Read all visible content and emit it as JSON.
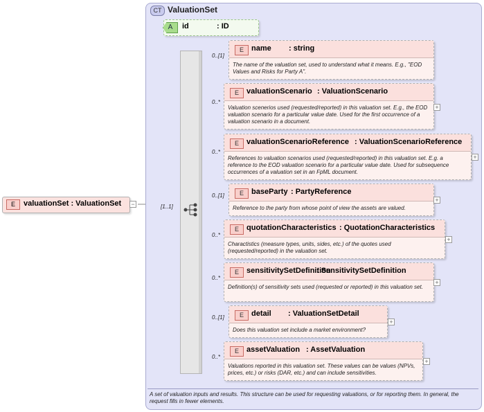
{
  "complex_type": {
    "badge": "CT",
    "title": "ValuationSet",
    "documentation": "A set of valuation inputs and results. This structure can be used for requesting valuations, or for reporting them. In general, the request fills in fewer elements."
  },
  "attribute": {
    "badge": "A",
    "name": "id",
    "type": ": ID"
  },
  "root_element": {
    "badge": "E",
    "name": "valuationSet : ValuationSet",
    "cardinality": "[1..1]",
    "collapse_symbol": "−"
  },
  "element_badge": "E",
  "expand_symbol": "+",
  "elements": [
    {
      "name": "name",
      "type": ": string",
      "cardinality": "0..[1]",
      "doc": "The name of the valuation set, used to understand what it means. E.g., \"EOD Values and Risks for Party A\"."
    },
    {
      "name": "valuationScenario",
      "type": ": ValuationScenario",
      "cardinality": "0..*",
      "doc": "Valuation scenerios used (requested/reported) in this valuation set. E.g., the EOD valuation scenario for a particular value date. Used for the first occurrence of a valuation scenario in a document."
    },
    {
      "name": "valuationScenarioReference",
      "type": ": ValuationScenarioReference",
      "cardinality": "0..*",
      "doc": "References to valuation scenarios used (requested/reported) in this valuation set. E.g. a reference to the EOD valuation scenario for a particular value date. Used for subsequence occurrences of a valuation set in an FpML document."
    },
    {
      "name": "baseParty",
      "type": ": PartyReference",
      "cardinality": "0..[1]",
      "doc": "Reference to the party from whose point of view the assets are valued."
    },
    {
      "name": "quotationCharacteristics",
      "type": ": QuotationCharacteristics",
      "cardinality": "0..*",
      "doc": "Charactistics (measure types, units, sides, etc.) of the quotes used (requested/reported) in the valuation set."
    },
    {
      "name": "sensitivitySetDefinition",
      "type": ": SensitivitySetDefinition",
      "cardinality": "0..*",
      "doc": "Definition(s) of sensitivity sets used (requested or reported) in this valuation set."
    },
    {
      "name": "detail",
      "type": ": ValuationSetDetail",
      "cardinality": "0..[1]",
      "doc": "Does this valuation set include a market environment?"
    },
    {
      "name": "assetValuation",
      "type": ": AssetValuation",
      "cardinality": "0..*",
      "doc": "Valuations reported in this valuation set. These values can be values (NPVs, prices, etc.) or risks (DAR, etc.) and can include sensitivities."
    }
  ]
}
